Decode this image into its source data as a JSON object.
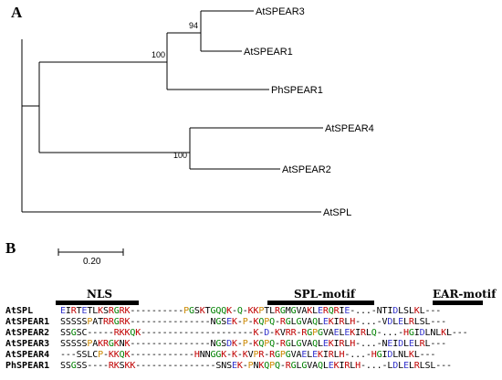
{
  "panels": {
    "a": "A",
    "b": "B"
  },
  "tree": {
    "taxa": {
      "AtSPEAR3": "AtSPEAR3",
      "AtSPEAR1": "AtSPEAR1",
      "PhSPEAR1": "PhSPEAR1",
      "AtSPEAR4": "AtSPEAR4",
      "AtSPEAR2": "AtSPEAR2",
      "AtSPL": "AtSPL"
    },
    "bootstrap": {
      "n94": "94",
      "n100a": "100",
      "n100b": "100"
    },
    "scale_label": "0.20"
  },
  "motifs": {
    "nls": "NLS",
    "spl": "SPL-motif",
    "ear": "EAR-motif"
  },
  "alignment": {
    "colors": {
      "basic": "#c00000",
      "acidic": "#3333cc",
      "neutral": "#008000",
      "proline": "#cc8800",
      "black": "#000000"
    },
    "rows": [
      {
        "name": "AtSPL",
        "seq": "EIRTETLKSRGRK----------PGSKTGQQK-Q-KKPTLRGMGVAKLERQRIE-...-NTIDLSLKL---"
      },
      {
        "name": "AtSPEAR1",
        "seq": "SSSSSPATRRGRK---------------NGSEK-P-KQPQ-RGLGVAQLEKIRLH-...-VDLELRLSL---"
      },
      {
        "name": "AtSPEAR2",
        "seq": "SSGSC-----RKKQK---------------------K-D-KVRR-RGPGVAELEKIRLQ-...-HGIDLNLKL---"
      },
      {
        "name": "AtSPEAR3",
        "seq": "SSSSSPAKRGKNK---------------NGSDK-P-KQPQ-RGLGVAQLEKIRLH-...-NEIDLELRL---"
      },
      {
        "name": "AtSPEAR4",
        "seq": "---SSLCP-KKQK------------HNNGGK-K-KVPR-RGPGVAELEKIRLH-...-HGIDLNLKL---"
      },
      {
        "name": "PhSPEAR1",
        "seq": "SSGSS----RKSKK---------------SNSEK-PNKQPQ-RGLGVAQLEKIRLH-...-LDLELRLSL---"
      }
    ]
  }
}
